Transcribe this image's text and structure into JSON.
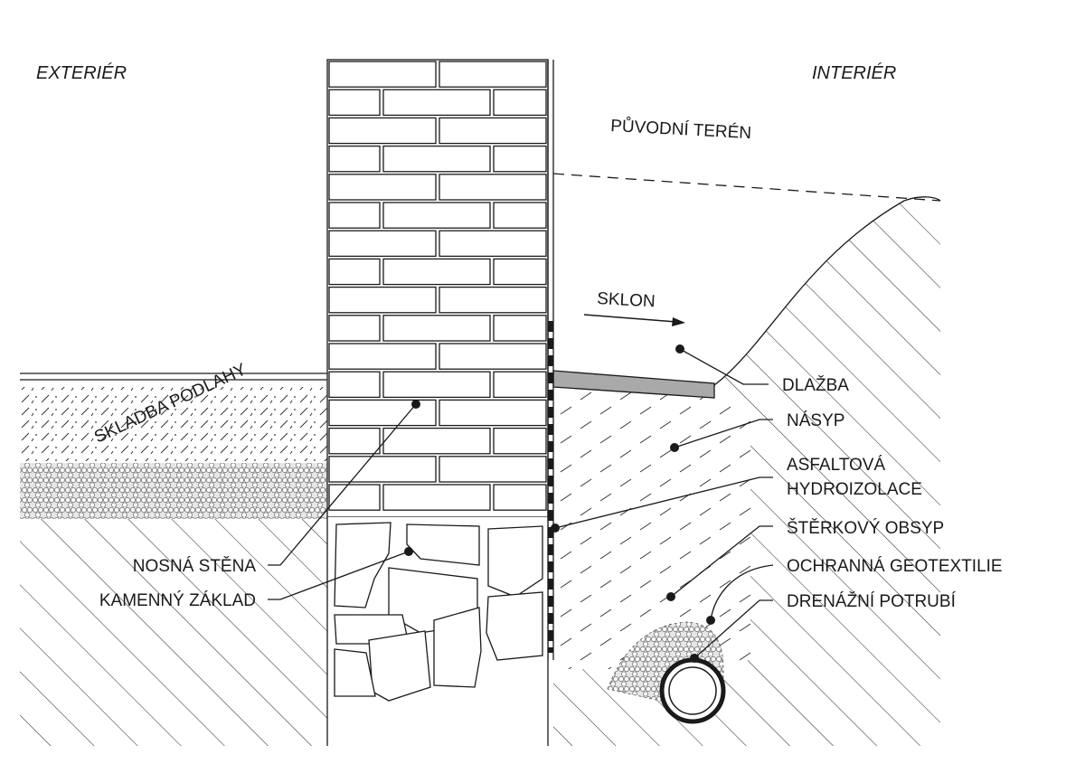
{
  "exterior_label": "EXTERIÉR",
  "interior_label": "INTERIÉR",
  "original_terrain_label": "PŮVODNÍ TERÉN",
  "slope_label": "SKLON",
  "floor_layers_label": "SKLADBA PODLAHY",
  "callouts": {
    "paving": "DLAŽBA",
    "backfill": "NÁSYP",
    "waterproofing_line1": "ASFALTOVÁ",
    "waterproofing_line2": "HYDROIZOLACE",
    "gravel_fill": "ŠTĚRKOVÝ OBSYP",
    "geotextile": "OCHRANNÁ GEOTEXTILIE",
    "drain_pipe": "DRENÁŽNÍ POTRUBÍ",
    "bearing_wall": "NOSNÁ STĚNA",
    "stone_foundation": "KAMENNÝ ZÁKLAD"
  }
}
